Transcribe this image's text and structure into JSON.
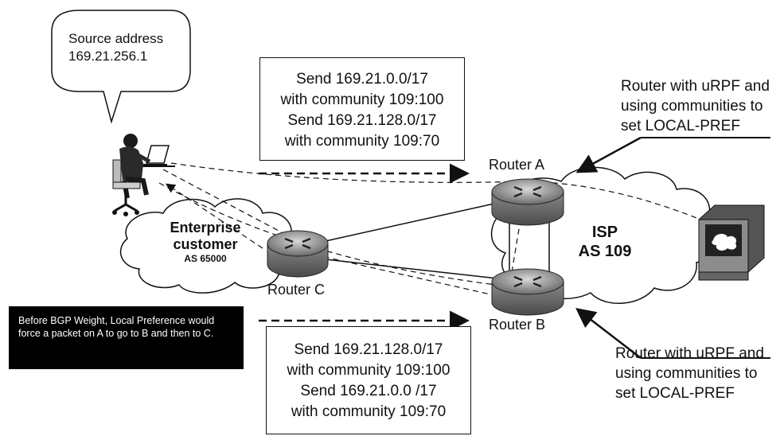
{
  "speech_bubble": {
    "line1": "Source address",
    "line2": "169.21.256.1"
  },
  "box_top": {
    "lines": [
      "Send 169.21.0.0/17",
      "with community 109:100",
      "Send 169.21.128.0/17",
      "with community 109:70"
    ]
  },
  "box_bottom": {
    "lines": [
      "Send 169.21.128.0/17",
      "with community 109:100",
      "Send 169.21.0.0 /17",
      "with community 109:70"
    ]
  },
  "note_top": {
    "lines": [
      "Router with uRPF and",
      "using communities to",
      "set LOCAL-PREF"
    ]
  },
  "note_bottom": {
    "lines": [
      "Router with uRPF and",
      "using communities to",
      "set LOCAL-PREF"
    ]
  },
  "routers": {
    "a": "Router A",
    "b": "Router B",
    "c": "Router C"
  },
  "enterprise_cloud": {
    "line1": "Enterprise",
    "line2": "customer",
    "line3": "AS 65000"
  },
  "isp_cloud": {
    "line1": "ISP",
    "line2": "AS 109"
  },
  "black_note": {
    "text": "Before BGP Weight, Local Preference would force a packet on A to go to B and then to C."
  },
  "icons": [
    "user-at-laptop-icon",
    "router-icon",
    "server-terminal-icon",
    "cloud-icon"
  ]
}
